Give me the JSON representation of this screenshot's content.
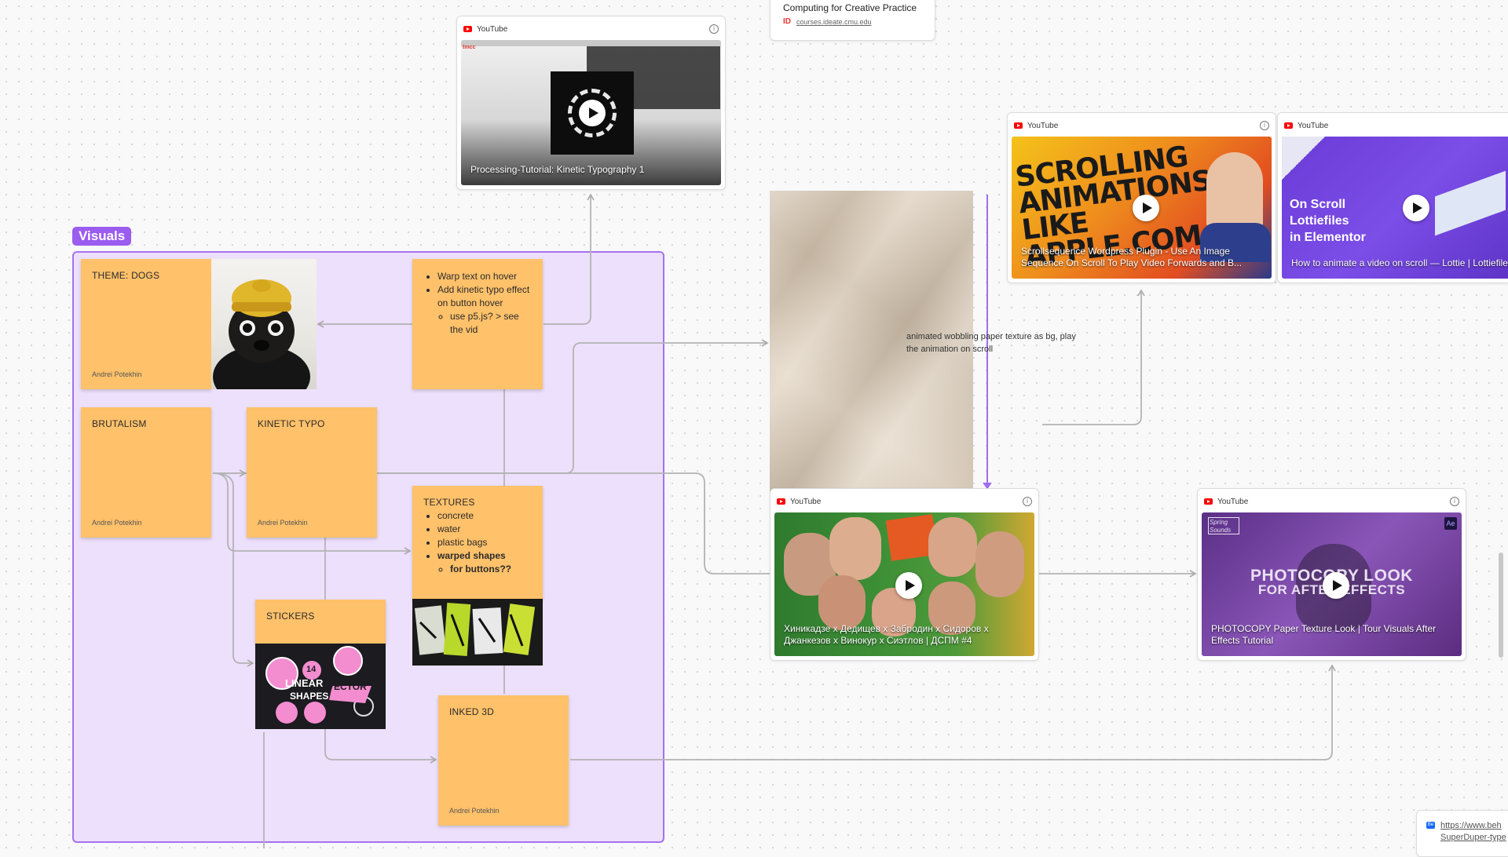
{
  "frame": {
    "label": "Visuals"
  },
  "stickies": {
    "theme_dogs": {
      "title": "THEME: DOGS",
      "author": "Andrei Potekhin"
    },
    "hover_notes": {
      "items": [
        "Warp text on hover",
        "Add kinetic typo effect on button hover"
      ],
      "sub": [
        "use p5.js? > see the vid"
      ]
    },
    "brutalism": {
      "title": "BRUTALISM",
      "author": "Andrei Potekhin"
    },
    "kinetic": {
      "title": "KINETIC TYPO",
      "author": "Andrei Potekhin"
    },
    "textures": {
      "title": "TEXTURES",
      "items": [
        "concrete",
        "water",
        "plastic bags"
      ],
      "bold_item": "warped shapes",
      "bold_sub": "for buttons??"
    },
    "stickers": {
      "title": "STICKERS",
      "image_text": [
        "LINEAR",
        "VECTOR",
        "SHAPES",
        "14"
      ]
    },
    "inked": {
      "title": "INKED 3D",
      "author": "Andrei Potekhin"
    }
  },
  "link_card": {
    "title": "Computing for Creative Practice",
    "url": "courses.ideate.cmu.edu",
    "icon": "ID"
  },
  "paper_note": "animated wobbling paper texture as bg, play the animation on scroll",
  "embeds": {
    "provider": "YouTube",
    "processing": {
      "title": "Processing-Tutorial: Kinetic Typography 1"
    },
    "scrolling": {
      "title": "Scrollsequence Wordpress Plugin - Use An Image Sequence On Scroll To Play Video Forwards and B...",
      "thumb_text": [
        "SCROLLING",
        "ANIMATIONS",
        "LIKE APPLE.COM"
      ]
    },
    "lottie": {
      "title": "How to animate a video on scroll — Lottie | Lottiefiles | Bodymoving in Elementor Page Builder",
      "thumb_text": [
        "On Scroll",
        "Lottiefiles",
        "in Elementor"
      ]
    },
    "russian": {
      "title": "Хиникадзе х Дедищев х Забродин х Сидоров х Джанкезов х Винокур х Сиэтлов | ДСПМ #4"
    },
    "photocopy": {
      "title": "PHOTOCOPY Paper Texture Look | Tour Visuals After Effects Tutorial",
      "thumb_text": [
        "PHOTOCOPY LOOK",
        "FOR AFTER EFFECTS"
      ],
      "badge": "Ae"
    }
  },
  "behance": {
    "url_line1": "https://www.beh",
    "url_line2": "SuperDuper-type"
  },
  "colors": {
    "accent": "#9b5cf0",
    "sticky": "#ffc16a",
    "frame_bg": "#ede0fc",
    "connector": "#b3b3b3",
    "connector_purple": "#a06cf0"
  }
}
